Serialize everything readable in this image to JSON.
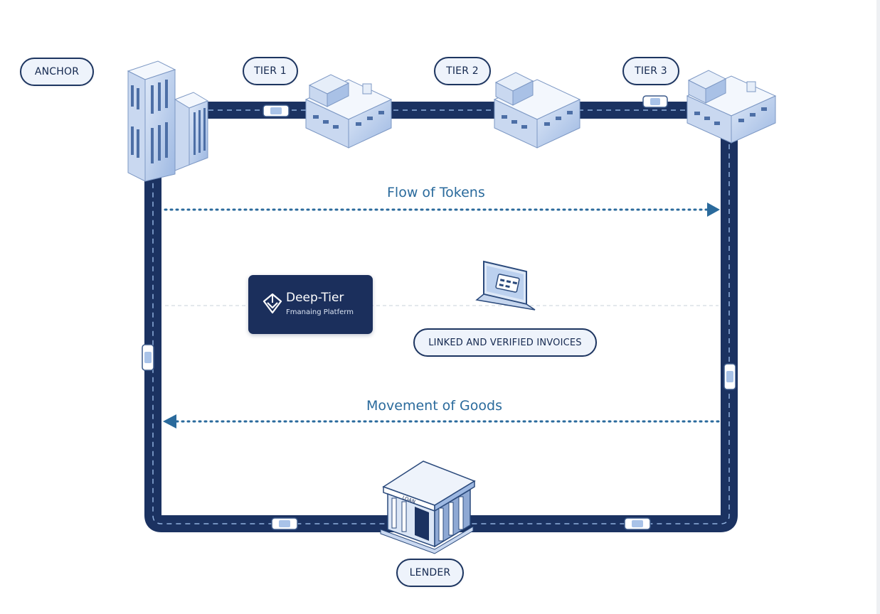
{
  "labels": {
    "anchor": "ANCHOR",
    "tier1": "TIER 1",
    "tier2": "TIER 2",
    "tier3": "TIER 3",
    "lender": "LENDER",
    "invoices": "LINKED AND VERIFIED INVOICES"
  },
  "flows": {
    "tokens": "Flow of Tokens",
    "goods": "Movement of Goods"
  },
  "platform": {
    "title": "Deep-Tier",
    "subtitle": "Fmanaing Platferm"
  },
  "bank_sign": "LOAN",
  "colors": {
    "road": "#1b3261",
    "road_dash": "#8fb0dd",
    "arrow": "#2a6a9c",
    "card": "#1b2f5c",
    "pill_border": "#1d3560",
    "pill_fill": "#eef3fb"
  }
}
